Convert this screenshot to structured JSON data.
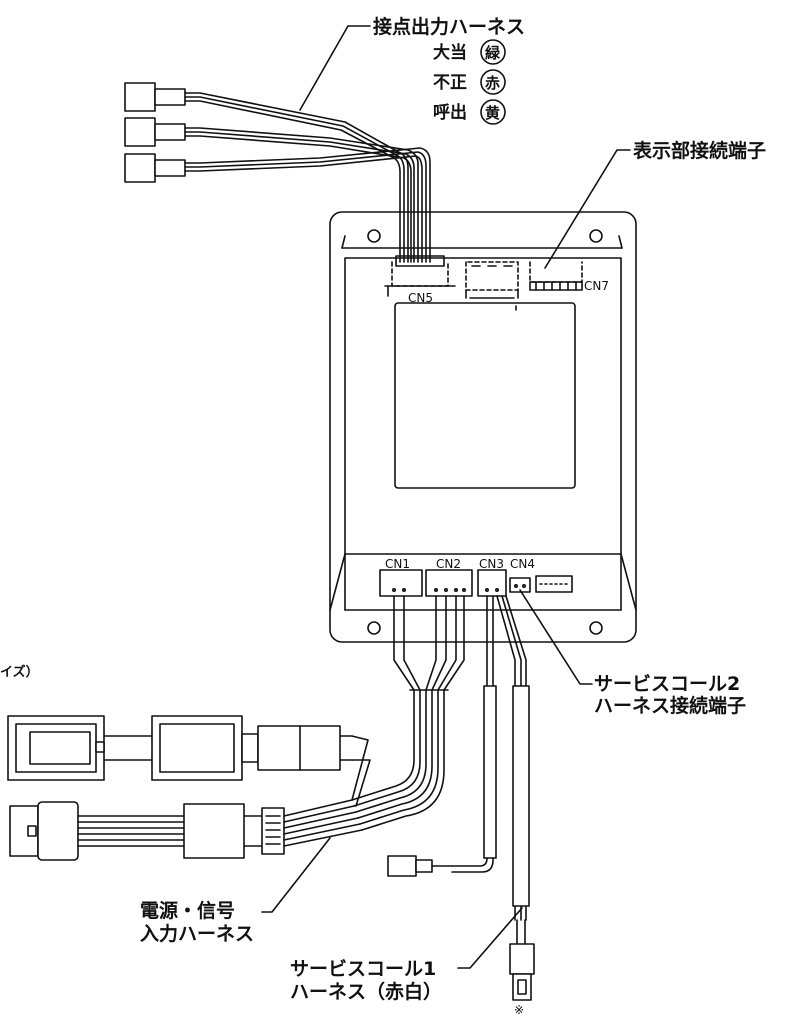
{
  "labels": {
    "contact_harness": "接点出力ハーネス",
    "signal_big_hit": "大当",
    "color_green": "緑",
    "signal_fraud": "不正",
    "color_red": "赤",
    "signal_call": "呼出",
    "color_yellow": "黄",
    "display_terminal": "表示部接続端子",
    "service_call2_line1": "サービスコール2",
    "service_call2_line2": "ハーネス接続端子",
    "power_signal_line1": "電源・信号",
    "power_signal_line2": "入力ハーネス",
    "service_call1_line1": "サービスコール1",
    "service_call1_line2": "ハーネス（赤白）",
    "left_cut_note": "イズ）",
    "asterisk": "※"
  },
  "connectors": {
    "cn1": "CN1",
    "cn2": "CN2",
    "cn3": "CN3",
    "cn4": "CN4",
    "cn5": "CN5",
    "cn7": "CN7"
  },
  "colors": {
    "line": "#111111",
    "fill": "#ffffff",
    "board": "#ffffff"
  }
}
